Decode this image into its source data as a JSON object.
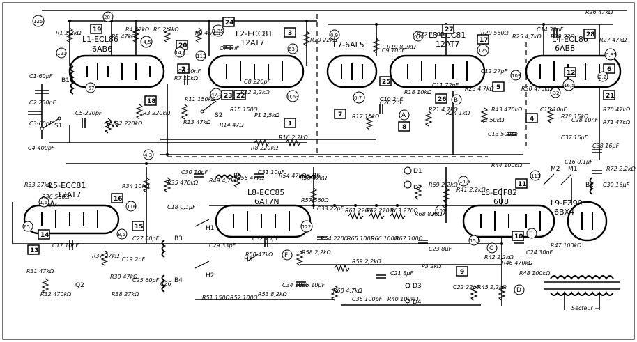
{
  "tubes": {
    "l1": {
      "name": "L1-ECL86",
      "type": "6AB6"
    },
    "l2": {
      "name": "L2-ECC81",
      "type": "12AT7"
    },
    "l3": {
      "name": "L3-ECC81",
      "type": "12AT7"
    },
    "l4": {
      "name": "L4-ECL86",
      "type": "6AB8"
    },
    "l5": {
      "name": "L5-ECC81",
      "type": "12AT7"
    },
    "l6": {
      "name": "L6-ECF82",
      "type": "6U8"
    },
    "l7": {
      "name": "L7-6AL5"
    },
    "l8": {
      "name": "L8-ECC85",
      "type": "6AT7N"
    },
    "l9": {
      "name": "L9-EZ90",
      "type": "6BX4"
    }
  },
  "boxed_numbers": [
    "19",
    "20",
    "24",
    "3",
    "27",
    "17",
    "28",
    "6",
    "18",
    "2",
    "23",
    "22",
    "1",
    "25",
    "26",
    "5",
    "21",
    "7",
    "8",
    "4",
    "16",
    "15",
    "14",
    "13",
    "10",
    "11",
    "9",
    "12"
  ],
  "circled_numbers": [
    "125",
    "20",
    "121",
    "113",
    "1,35",
    "0,9",
    "0,6",
    "125",
    "0,7",
    "109",
    "0,85",
    "14,6",
    "63",
    "0,63",
    "47,5",
    "16,5",
    "4,3",
    "1,6",
    "116",
    "65",
    "8,5",
    "107",
    "14,6",
    "15,5",
    "122",
    "113",
    "2,2",
    "-4,5",
    "-57",
    "-32"
  ],
  "lettered_points": [
    "A",
    "B",
    "C",
    "D",
    "E",
    "F"
  ],
  "resistors": [
    "R1 2,2kΩ",
    "R2 220kΩ",
    "R3 220kΩ",
    "R4 47kΩ",
    "R5 47kΩ",
    "R6 2,2kΩ",
    "R7 10kΩ",
    "R8 220kΩ",
    "R9 4,7kΩ",
    "R10 22kΩ",
    "R11 150kΩ",
    "R12 2,2kΩ",
    "R13 47kΩ",
    "R14 47Ω",
    "R15 150Ω",
    "R16 2,2kΩ",
    "R17 10kΩ",
    "R18 10kΩ",
    "R19 8,2kΩ",
    "R20 560Ω",
    "R21 4,7kΩ",
    "R22 100Ω",
    "R23 4,7kΩ",
    "R24 1kΩ",
    "R25 4,7kΩ",
    "R26 47kΩ",
    "R27 47kΩ",
    "R28 15kΩ",
    "R29 22Ω",
    "R30 470kΩ",
    "R31 47kΩ",
    "R32 470kΩ",
    "R33 27kΩ",
    "R34 10kΩ",
    "R35 470kΩ",
    "R36 560Ω",
    "R37 27kΩ",
    "R38 27kΩ",
    "R39 47kΩ",
    "R40 100kΩ",
    "R41 2,2kΩ",
    "R42 2,2kΩ",
    "R43 470kΩ",
    "R44 100kΩ",
    "R45 2,2kΩ",
    "R46 470kΩ",
    "R47 100kΩ",
    "R48 100kΩ",
    "R49 4,7kΩ",
    "R50 47kΩ",
    "R51 150Ω",
    "R52 100Ω",
    "R53 8,2kΩ",
    "R54 47kΩ",
    "R55 47kΩ",
    "R56 47kΩ",
    "R57 560Ω",
    "R58 2,2kΩ",
    "R59 2,2kΩ",
    "R60 4,7kΩ",
    "R61 220Ω",
    "R62 270Ω",
    "R63 270Ω",
    "R64 220Ω",
    "R65 100Ω",
    "R66 100Ω",
    "R67 100Ω",
    "R68 82kΩ",
    "R69 2,2kΩ",
    "R70 47kΩ",
    "R71 47kΩ",
    "R72 2,2kΩ"
  ],
  "capacitors": [
    "C1-60pF",
    "C2 250pF",
    "C3-60pF",
    "C4-400pF",
    "C5-220pF",
    "C6 10nF",
    "C7 1nF",
    "C8 220pF",
    "C9 10nF",
    "C10 2nF",
    "C11 72pF",
    "C12 27pF",
    "C13 500pF",
    "C14 33pF",
    "C15 10nF",
    "C16 0,1μF",
    "C17 10nF",
    "C18 0,1μF",
    "C19 2nF",
    "C20 2nF",
    "C21 8μF",
    "C22 22pF",
    "C23 8μF",
    "C24 30nF",
    "C25 60pF",
    "C26",
    "C27 60pF",
    "C28 10nF",
    "C29 33pF",
    "C30 10nF",
    "C31 10nF",
    "C32 15pF",
    "C33 22pF",
    "C34 10nF",
    "C35 10μF",
    "C36 100pF",
    "C37 16μF",
    "C38 16μF",
    "C39 16μF"
  ],
  "labels": {
    "p1": "P1 1,5kΩ",
    "p2": "P2 50kΩ",
    "p3": "P3 2kΩ",
    "s1": "S1",
    "s2": "S2",
    "b1": "B1",
    "b2": "B2",
    "b3": "B3",
    "b4": "B4",
    "b5": "B5",
    "b6": "B6",
    "h1": "H1",
    "h2": "H2",
    "h3": "H3",
    "m1": "M1",
    "m2": "M2",
    "d1": "D1",
    "d2": "D2",
    "d3": "D3",
    "d4": "D4",
    "q2": "Q2",
    "secteur": "Secteur ~"
  }
}
